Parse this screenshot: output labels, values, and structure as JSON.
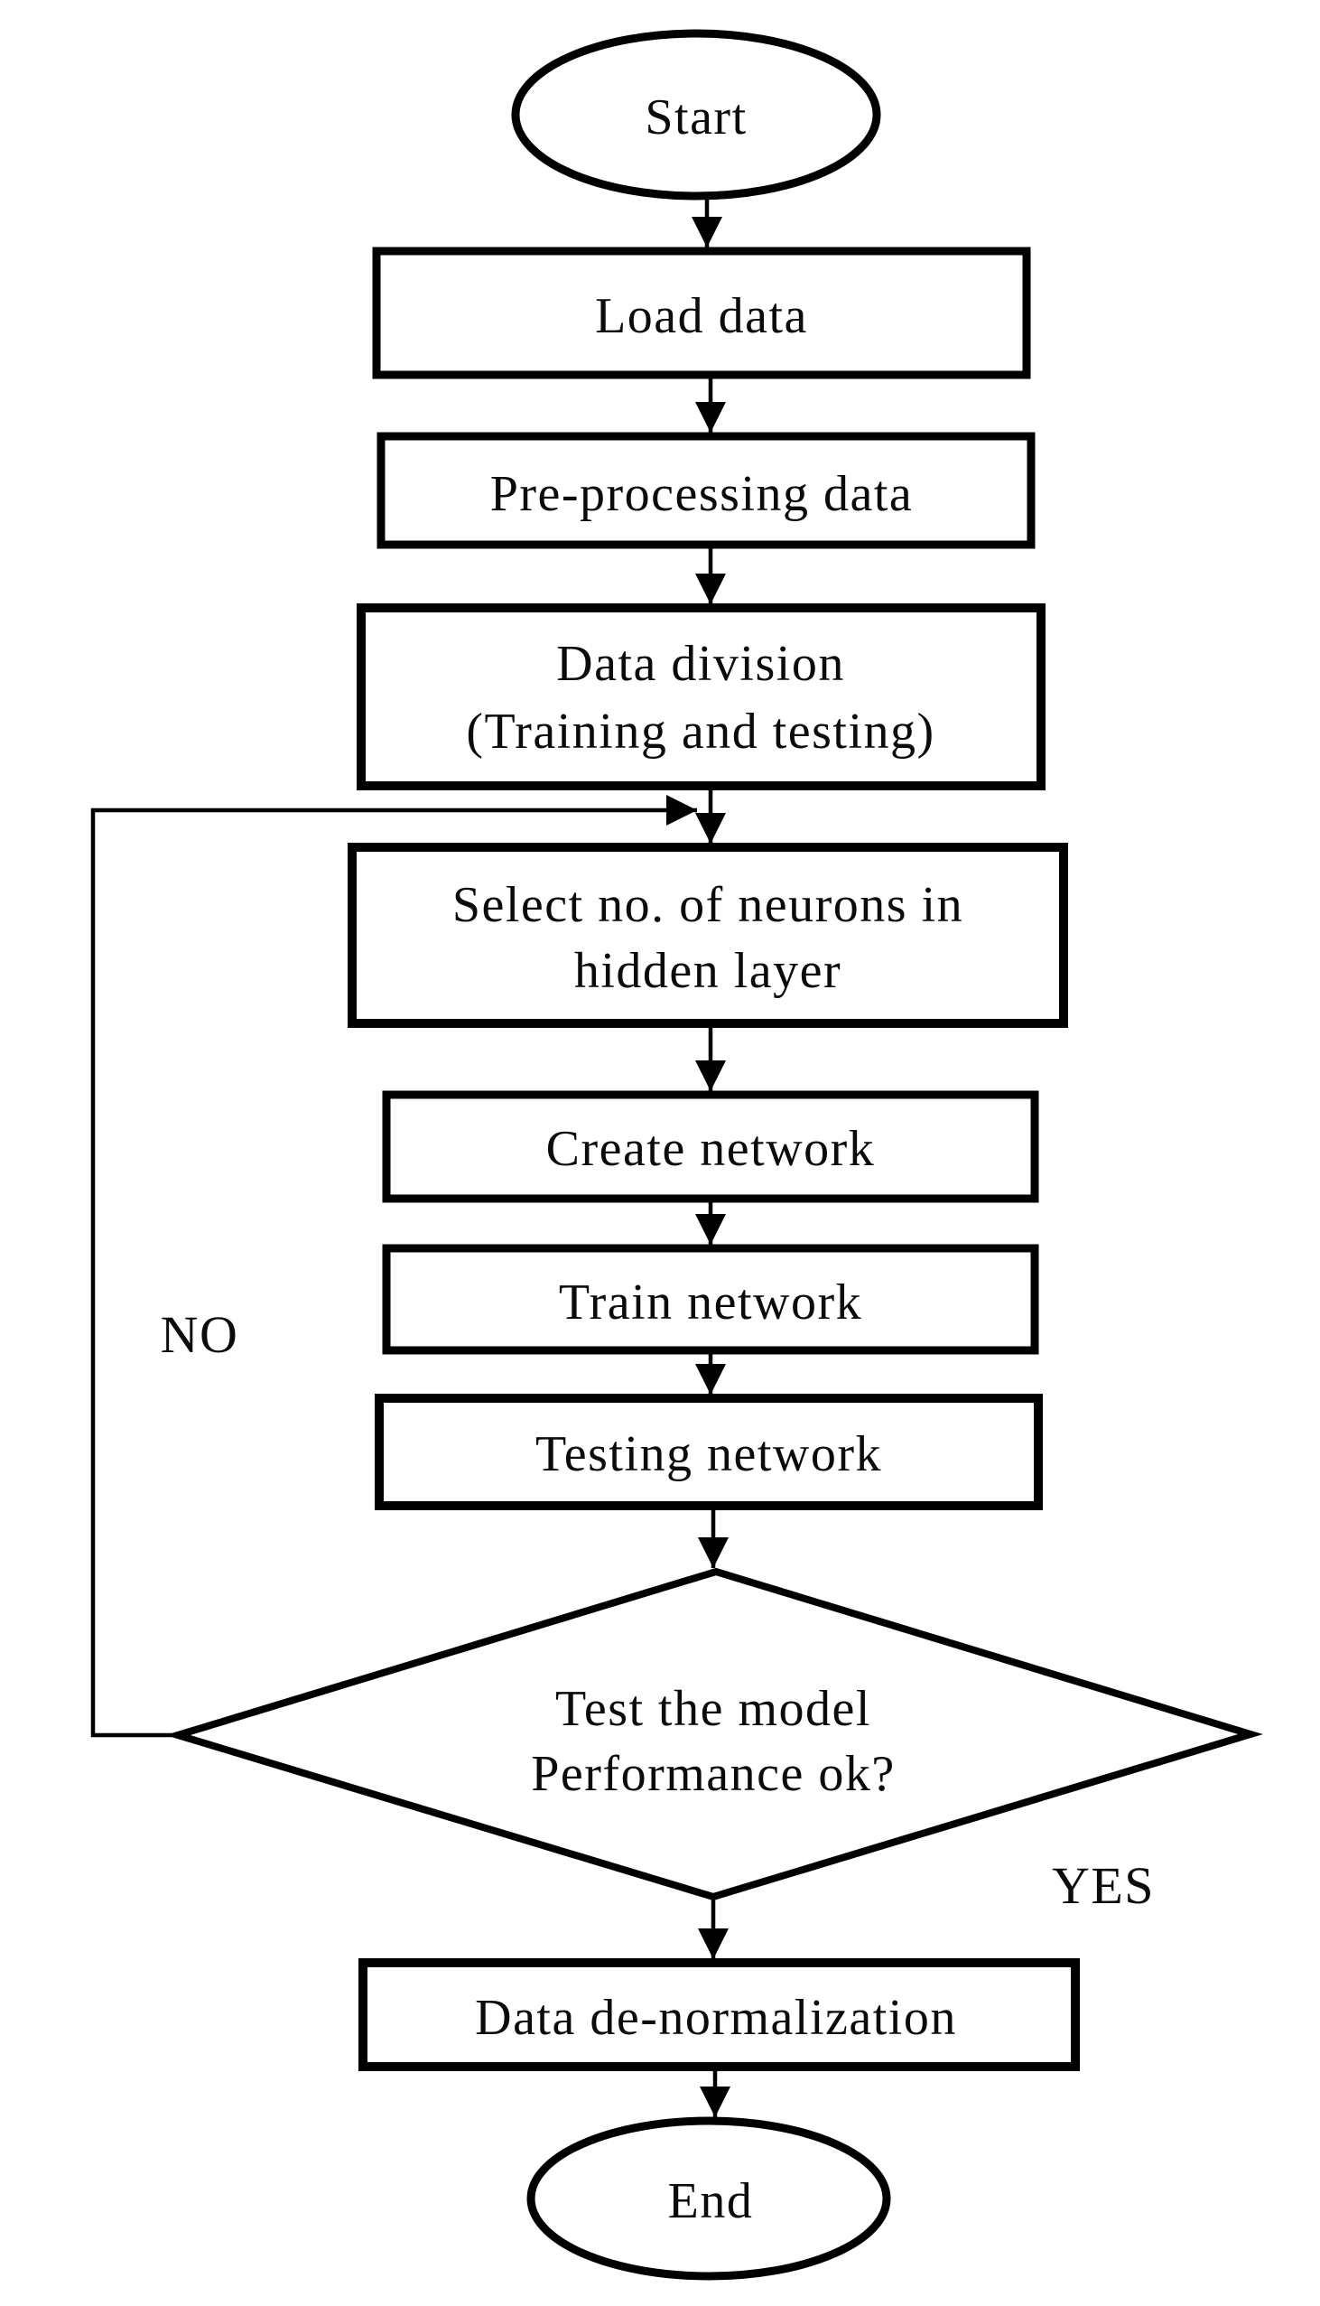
{
  "diagram": {
    "type": "flowchart",
    "colors": {
      "stroke": "#000000",
      "background": "#ffffff",
      "text": "#0b0b0b"
    },
    "nodes": {
      "start": {
        "shape": "ellipse",
        "label": "Start"
      },
      "load_data": {
        "shape": "rect",
        "label": "Load data"
      },
      "pre_processing": {
        "shape": "rect",
        "label": "Pre-processing data"
      },
      "data_division": {
        "shape": "rect",
        "line1": "Data division",
        "line2": "(Training and testing)"
      },
      "select_neurons": {
        "shape": "rect",
        "line1": "Select no. of neurons in",
        "line2": "hidden layer"
      },
      "create_network": {
        "shape": "rect",
        "label": "Create network"
      },
      "train_network": {
        "shape": "rect",
        "label": "Train network"
      },
      "testing_network": {
        "shape": "rect",
        "label": "Testing network"
      },
      "decision": {
        "shape": "diamond",
        "line1": "Test the model",
        "line2": "Performance ok?"
      },
      "data_denormalization": {
        "shape": "rect",
        "label": "Data de-normalization"
      },
      "end": {
        "shape": "ellipse",
        "label": "End"
      }
    },
    "edge_labels": {
      "no": "NO",
      "yes": "YES"
    }
  }
}
